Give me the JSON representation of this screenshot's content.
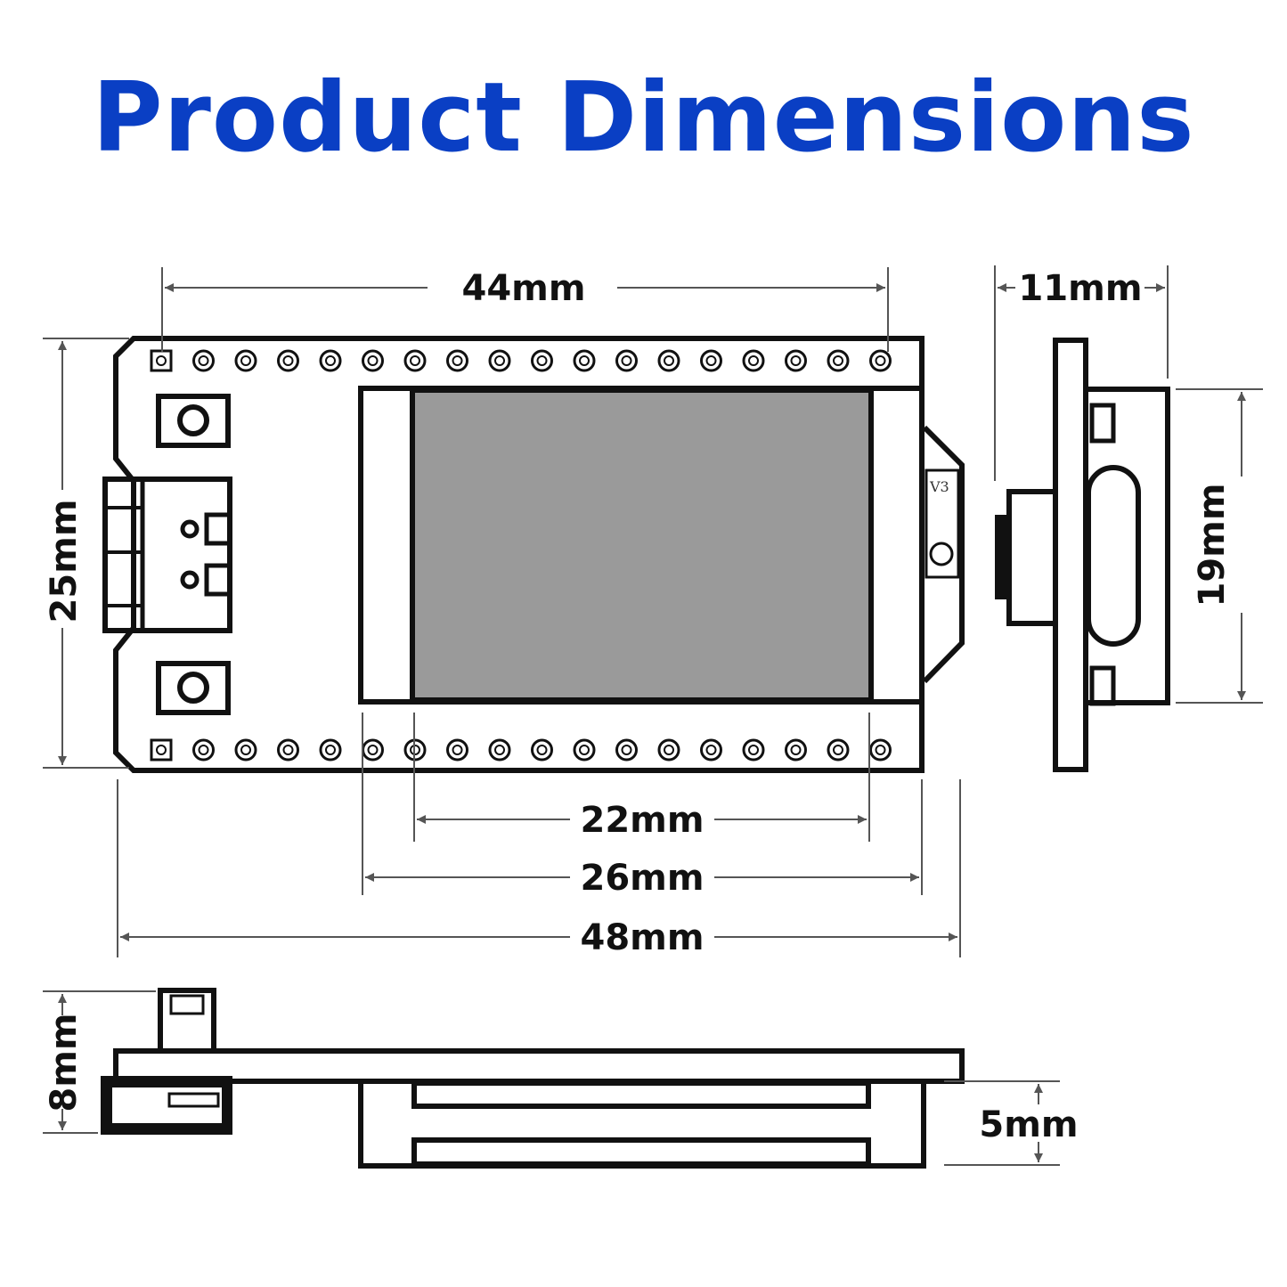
{
  "title": "Product Dimensions",
  "colors": {
    "title": "#0a3fc4",
    "outline": "#111111",
    "screen": "#9a9a9a",
    "background": "#ffffff"
  },
  "board_label": "V3",
  "dimensions": {
    "top_width": "44mm",
    "side_width": "11mm",
    "board_height": "25mm",
    "side_height": "19mm",
    "screen_width": "22mm",
    "module_width": "26mm",
    "total_width": "48mm",
    "connector_height": "8mm",
    "module_thickness": "5mm"
  }
}
